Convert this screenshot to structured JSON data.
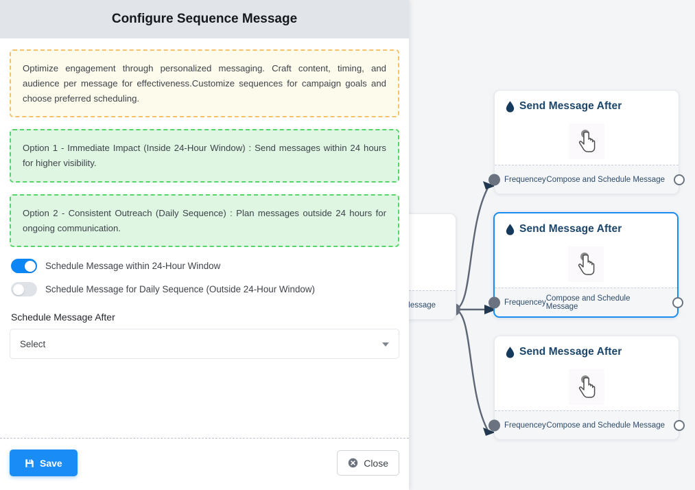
{
  "modal": {
    "title": "Configure Sequence Message",
    "callouts": [
      {
        "kind": "info",
        "text": "Optimize engagement through personalized messaging. Craft content, timing, and audience per message for effectiveness.Customize sequences for campaign goals and choose preferred scheduling."
      },
      {
        "kind": "ok",
        "text": "Option 1 - Immediate Impact (Inside 24-Hour Window) : Send messages within 24 hours for higher visibility."
      },
      {
        "kind": "ok",
        "text": "Option 2 - Consistent Outreach (Daily Sequence) : Plan messages outside 24 hours for ongoing communication."
      }
    ],
    "toggles": [
      {
        "label": "Schedule Message within 24-Hour Window",
        "state": "on"
      },
      {
        "label": "Schedule Message for Daily Sequence (Outside 24-Hour Window)",
        "state": "off"
      }
    ],
    "field": {
      "label": "Schedule Message After",
      "placeholder": "Select",
      "value": "Select"
    },
    "footer": {
      "save_label": "Save",
      "save_icon": "save-floppy-icon",
      "close_label": "Close",
      "close_icon": "close-circle-icon"
    },
    "colors": {
      "header_bg": "#e1e4e8",
      "accent": "#1a8cf5",
      "info_border": "#f5c26b",
      "info_bg": "#fdfbec",
      "ok_border": "#55d46a",
      "ok_bg": "#dff6e3"
    }
  },
  "canvas": {
    "background": "#f4f5f7",
    "nodes": [
      {
        "title": "Send Message After",
        "icon": "droplet-icon",
        "art_icon": "pointing-hand-cursor-icon",
        "foot_left": "Frequencey",
        "foot_right": "Compose and Schedule Message",
        "selected": false
      },
      {
        "title": "Send Message After",
        "icon": "droplet-icon",
        "art_icon": "pointing-hand-cursor-icon",
        "foot_left": "Frequencey",
        "foot_right": "Compose and Schedule Message",
        "selected": true
      },
      {
        "title": "Send Message After",
        "icon": "droplet-icon",
        "art_icon": "pointing-hand-cursor-icon",
        "foot_left": "Frequencey",
        "foot_right": "Compose and Schedule Message",
        "selected": false
      }
    ],
    "partial_node": {
      "foot_right": "ce Message"
    },
    "selected_node_border": "#1a8cf0",
    "edge_color": "#5d6675"
  }
}
